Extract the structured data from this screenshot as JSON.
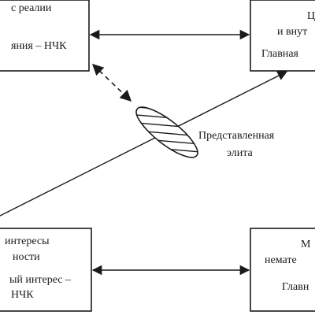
{
  "top_left": {
    "lines": [
      "с реалии",
      "яния – НЧК"
    ]
  },
  "top_right": {
    "lines": [
      "Ц",
      "и внут",
      "Главная"
    ]
  },
  "bottom_left": {
    "lines": [
      "интересы",
      "ности",
      "ый интерес –",
      "НЧК"
    ]
  },
  "bottom_right": {
    "lines": [
      "М",
      "немате",
      "Главн"
    ]
  },
  "elite": {
    "lines": [
      "Представленная",
      "элита"
    ]
  }
}
